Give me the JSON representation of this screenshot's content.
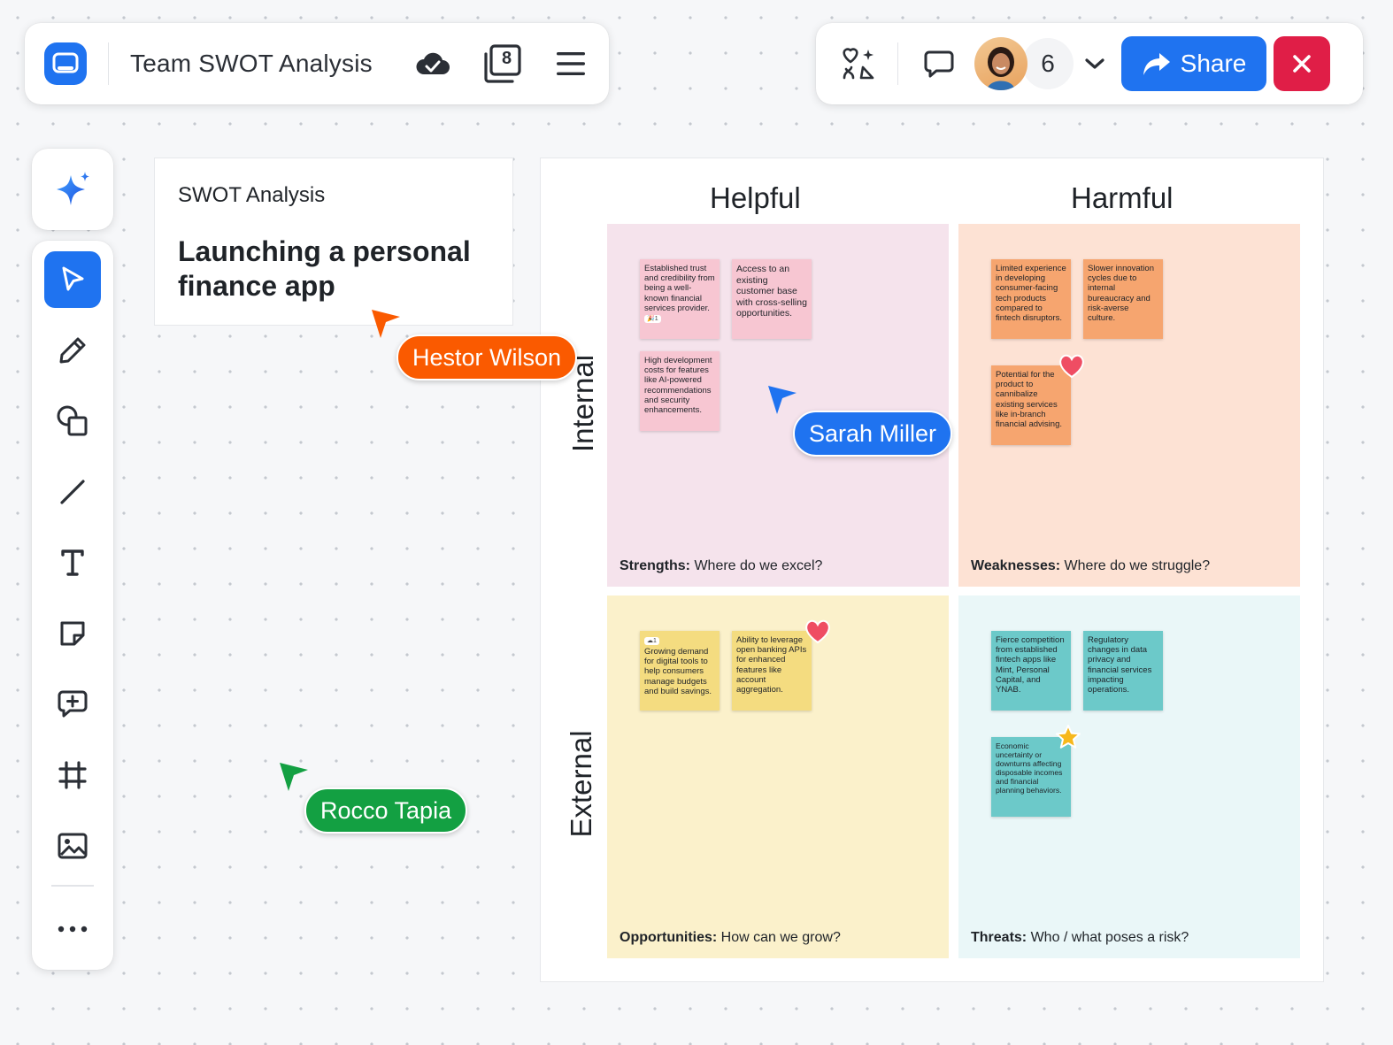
{
  "header": {
    "board_title": "Team SWOT Analysis",
    "pages_count": "8",
    "collaborator_count": "6",
    "share_label": "Share"
  },
  "card": {
    "subtitle": "SWOT Analysis",
    "title": "Launching a personal finance app"
  },
  "matrix": {
    "col_helpful": "Helpful",
    "col_harmful": "Harmful",
    "row_internal": "Internal",
    "row_external": "External",
    "strengths": {
      "label_bold": "Strengths:",
      "label_rest": " Where do we excel?",
      "notes": [
        {
          "text": "Established trust and credibility from being a well-known financial services provider.",
          "badge": "🎉1"
        },
        {
          "text": "Access to an existing customer base with cross-selling opportunities."
        },
        {
          "text": "High development costs for features like AI-powered recommendations and security enhancements."
        }
      ]
    },
    "weaknesses": {
      "label_bold": "Weaknesses:",
      "label_rest": " Where do we struggle?",
      "notes": [
        {
          "text": "Limited experience in developing consumer-facing tech products compared to fintech disruptors."
        },
        {
          "text": "Slower innovation cycles due to internal bureaucracy and risk-averse culture."
        },
        {
          "text": "Potential for the product to cannibalize existing services like in-branch financial advising."
        }
      ]
    },
    "opportunities": {
      "label_bold": "Opportunities:",
      "label_rest": " How can we grow?",
      "notes": [
        {
          "text": "Growing demand for digital tools to help consumers manage budgets and build savings.",
          "badge": "☁1"
        },
        {
          "text": "Ability to leverage open banking APIs for enhanced features like account aggregation."
        }
      ]
    },
    "threats": {
      "label_bold": "Threats:",
      "label_rest": " Who / what poses a risk?",
      "notes": [
        {
          "text": "Fierce competition from established fintech apps like Mint, Personal Capital, and YNAB."
        },
        {
          "text": "Regulatory changes in data privacy and financial services impacting operations."
        },
        {
          "text": "Economic uncertainty or downturns affecting disposable incomes and financial planning behaviors."
        }
      ]
    }
  },
  "cursors": {
    "hestor": {
      "name": "Hestor Wilson",
      "color": "#fa5a00"
    },
    "sarah": {
      "name": "Sarah Miller",
      "color": "#1f73f0"
    },
    "rocco": {
      "name": "Rocco Tapia",
      "color": "#13a042"
    }
  },
  "colors": {
    "accent": "#1f73f0",
    "close": "#e01e47",
    "strengths_bg": "#f5e3ec",
    "weaknesses_bg": "#fde2d4",
    "opportunities_bg": "#fbf1cb",
    "threats_bg": "#eaf7f8"
  },
  "icons": [
    "logo-icon",
    "cloud-saved-icon",
    "pages-icon",
    "menu-icon",
    "reactions-icon",
    "comment-icon",
    "chevron-down-icon",
    "share-icon",
    "close-icon",
    "ai-sparkle-icon",
    "select-icon",
    "pen-icon",
    "shapes-icon",
    "line-icon",
    "text-icon",
    "sticky-note-icon",
    "add-comment-icon",
    "frame-icon",
    "image-icon",
    "more-icon",
    "heart-icon",
    "star-icon"
  ]
}
